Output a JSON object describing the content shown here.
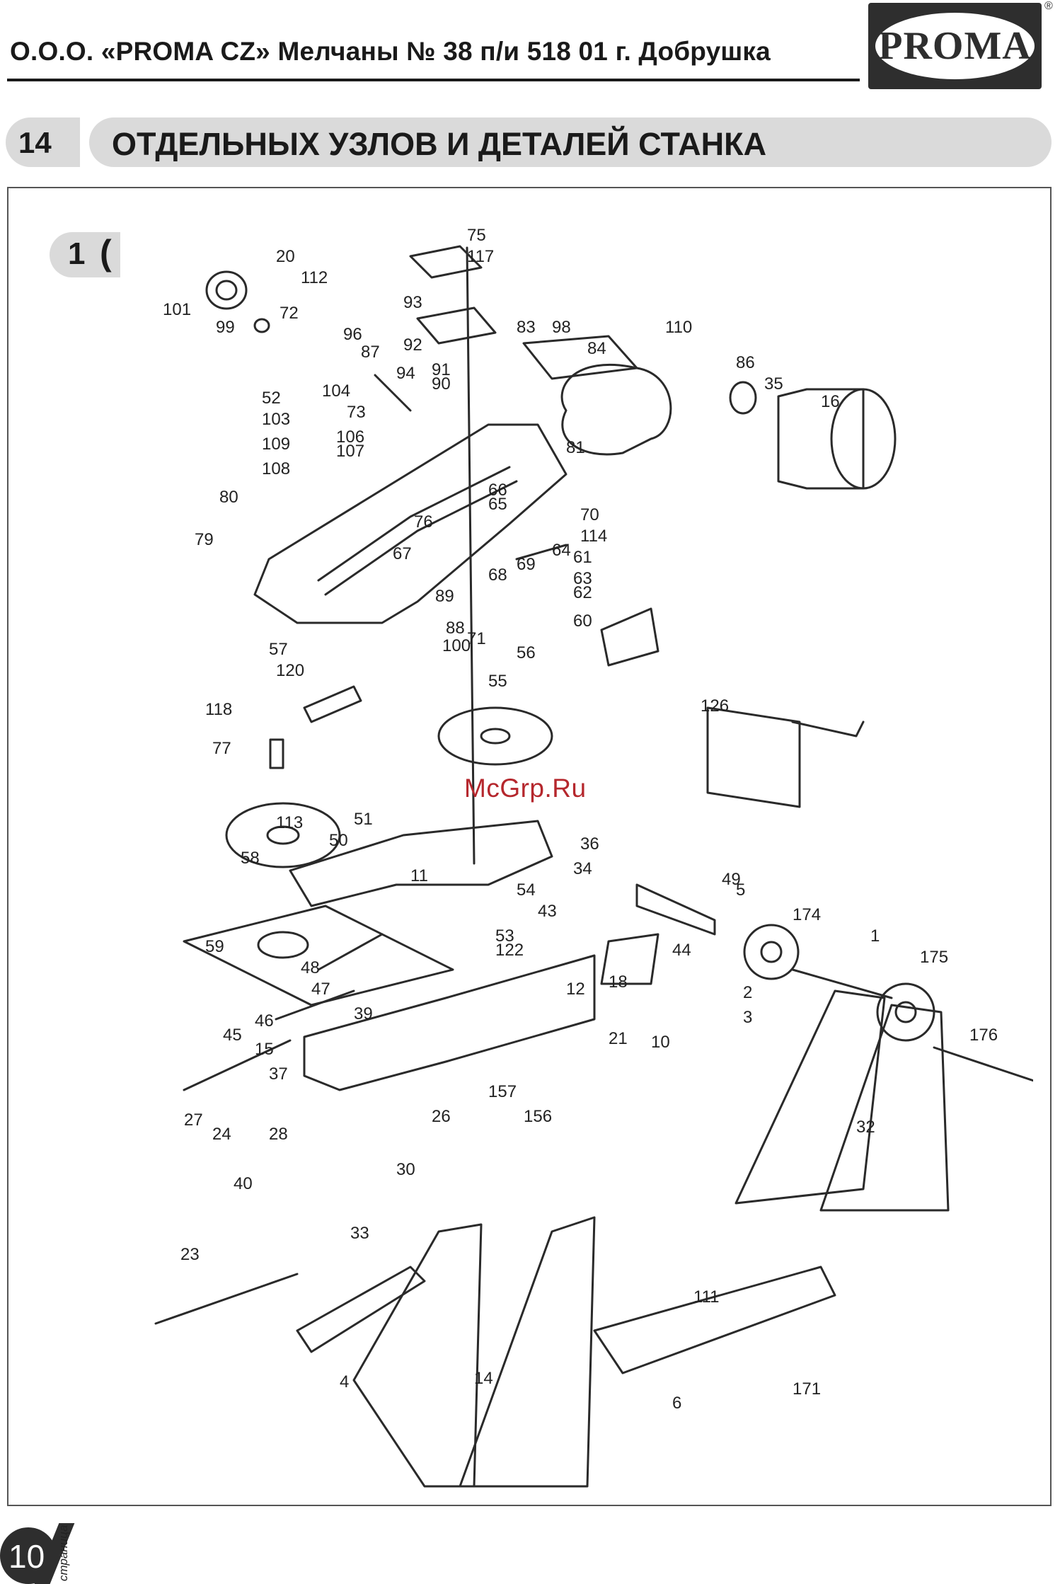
{
  "header": {
    "company_line": "О.О.О. «PROMA CZ» Мелчаны № 38 п/и 518 01 г. Добрушка",
    "logo_text": "PROMA",
    "registered_mark": "®"
  },
  "section": {
    "number": "14",
    "title": "ОТДЕЛЬНЫХ УЗЛОВ И ДЕТАЛЕЙ СТАНКА"
  },
  "figure": {
    "number": "1",
    "paren": "(",
    "part_labels": [
      "20",
      "112",
      "101",
      "99",
      "72",
      "96",
      "87",
      "94",
      "75",
      "117",
      "93",
      "92",
      "91",
      "90",
      "83",
      "98",
      "84",
      "110",
      "86",
      "35",
      "16",
      "52",
      "104",
      "103",
      "73",
      "109",
      "106",
      "107",
      "108",
      "80",
      "81",
      "66",
      "65",
      "76",
      "79",
      "70",
      "114",
      "64",
      "61",
      "69",
      "63",
      "68",
      "62",
      "60",
      "67",
      "89",
      "88",
      "100",
      "71",
      "56",
      "57",
      "120",
      "118",
      "55",
      "126",
      "77",
      "113",
      "51",
      "58",
      "50",
      "36",
      "34",
      "49",
      "11",
      "54",
      "5",
      "174",
      "59",
      "48",
      "43",
      "53",
      "122",
      "47",
      "44",
      "46",
      "39",
      "45",
      "15",
      "12",
      "18",
      "2",
      "3",
      "27",
      "37",
      "21",
      "10",
      "157",
      "156",
      "26",
      "24",
      "28",
      "30",
      "40",
      "33",
      "23",
      "32",
      "4",
      "14",
      "6",
      "171",
      "175",
      "176",
      "111",
      "1"
    ],
    "watermark": "McGrp.Ru"
  },
  "footer": {
    "page_number": "10",
    "page_word": "страница"
  }
}
